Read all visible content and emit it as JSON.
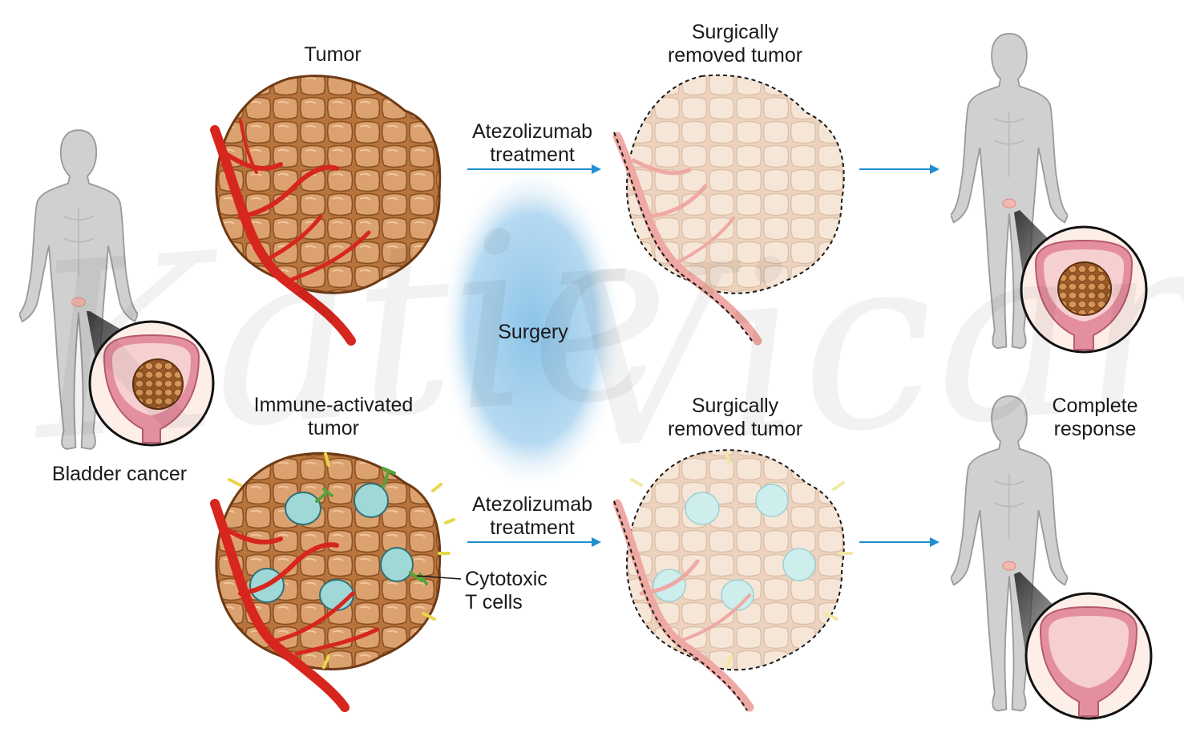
{
  "labels": {
    "tumor": "Tumor",
    "immune_tumor_line1": "Immune-activated",
    "immune_tumor_line2": "tumor",
    "bladder_cancer": "Bladder cancer",
    "atezo_top_line1": "Atezolizumab",
    "atezo_top_line2": "treatment",
    "atezo_bottom_line1": "Atezolizumab",
    "atezo_bottom_line2": "treatment",
    "surgery": "Surgery",
    "removed_top_line1": "Surgically",
    "removed_top_line2": "removed tumor",
    "removed_bottom_line1": "Surgically",
    "removed_bottom_line2": "removed tumor",
    "cytotoxic_line1": "Cytotoxic",
    "cytotoxic_line2": "T cells",
    "complete_line1": "Complete",
    "complete_line2": "response"
  },
  "watermark": {
    "left": "Katie",
    "right": "Vicari"
  },
  "colors": {
    "body": "#cfcfcf",
    "body_outline": "#9c9c9c",
    "tumor_fill": "#c9864e",
    "tumor_cell": "#dba270",
    "vessel": "#d7261e",
    "removed_fill": "#f3dcc8",
    "removed_vessel": "#efa9a4",
    "tcell": "#9fd8d6",
    "bladder_wall": "#e898a4",
    "bladder_inner": "#f4c9c7",
    "arrow": "#1f8fcf",
    "surgery_band": "#8cc4e8"
  },
  "icons": [
    "human-body-icon",
    "tumor-icon",
    "blood-vessel-icon",
    "t-cell-icon",
    "bladder-icon",
    "arrow-icon"
  ]
}
